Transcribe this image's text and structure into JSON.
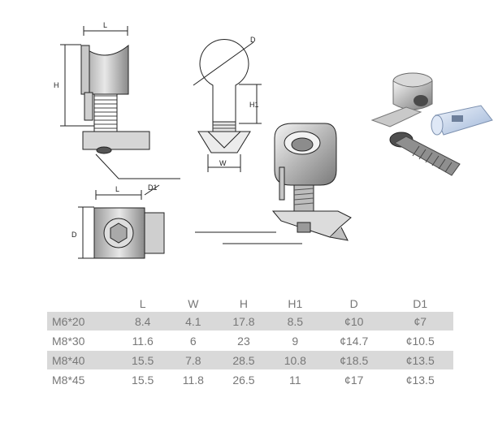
{
  "drawing": {
    "labels": {
      "side_length": "L",
      "side_height": "H",
      "front_diameter": "D",
      "front_h1": "H1",
      "front_width": "W",
      "bottom_length": "L",
      "bottom_d1": "D1",
      "bottom_d": "D"
    }
  },
  "table": {
    "headers": [
      "",
      "L",
      "W",
      "H",
      "H1",
      "D",
      "D1"
    ],
    "rows": [
      [
        "M6*20",
        "8.4",
        "4.1",
        "17.8",
        "8.5",
        "¢10",
        "¢7"
      ],
      [
        "M8*30",
        "11.6",
        "6",
        "23",
        "9",
        "¢14.7",
        "¢10.5"
      ],
      [
        "M8*40",
        "15.5",
        "7.8",
        "28.5",
        "10.8",
        "¢18.5",
        "¢13.5"
      ],
      [
        "M8*45",
        "15.5",
        "11.8",
        "26.5",
        "11",
        "¢17",
        "¢13.5"
      ]
    ]
  },
  "colors": {
    "shaded_row": "#d9d9d9",
    "text": "#777777",
    "line": "#222222"
  }
}
